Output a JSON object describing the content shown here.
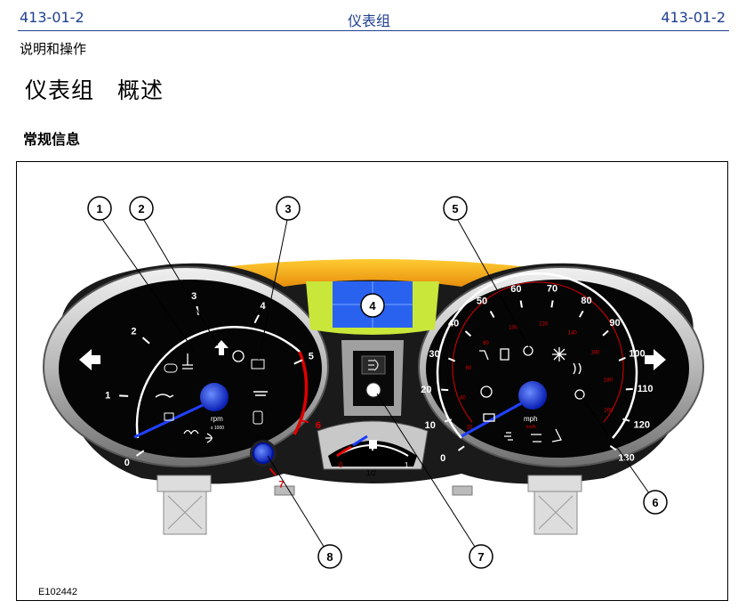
{
  "header": {
    "left_code": "413-01-2",
    "center_title": "仪表组",
    "right_code": "413-01-2"
  },
  "section": "说明和操作",
  "page_title": "仪表组　概述",
  "subheading": "常规信息",
  "figure": {
    "id": "E102442",
    "callouts": [
      "1",
      "2",
      "3",
      "4",
      "5",
      "6",
      "7",
      "8"
    ],
    "tachometer": {
      "ticks": [
        "0",
        "1",
        "2",
        "3",
        "4",
        "5",
        "6",
        "7"
      ],
      "unit": "rpm",
      "unit_sub": "x 1000"
    },
    "speedometer": {
      "mph_ticks": [
        "0",
        "10",
        "20",
        "30",
        "40",
        "50",
        "60",
        "70",
        "80",
        "90",
        "100",
        "110",
        "120",
        "130"
      ],
      "kmh_ticks": [
        "20",
        "40",
        "60",
        "80",
        "100",
        "120",
        "140",
        "160",
        "180",
        "200"
      ],
      "unit": "mph",
      "unit_sub": "km/h"
    },
    "fuel_gauge": {
      "empty": "0",
      "half": "1/2",
      "full": "1"
    }
  }
}
